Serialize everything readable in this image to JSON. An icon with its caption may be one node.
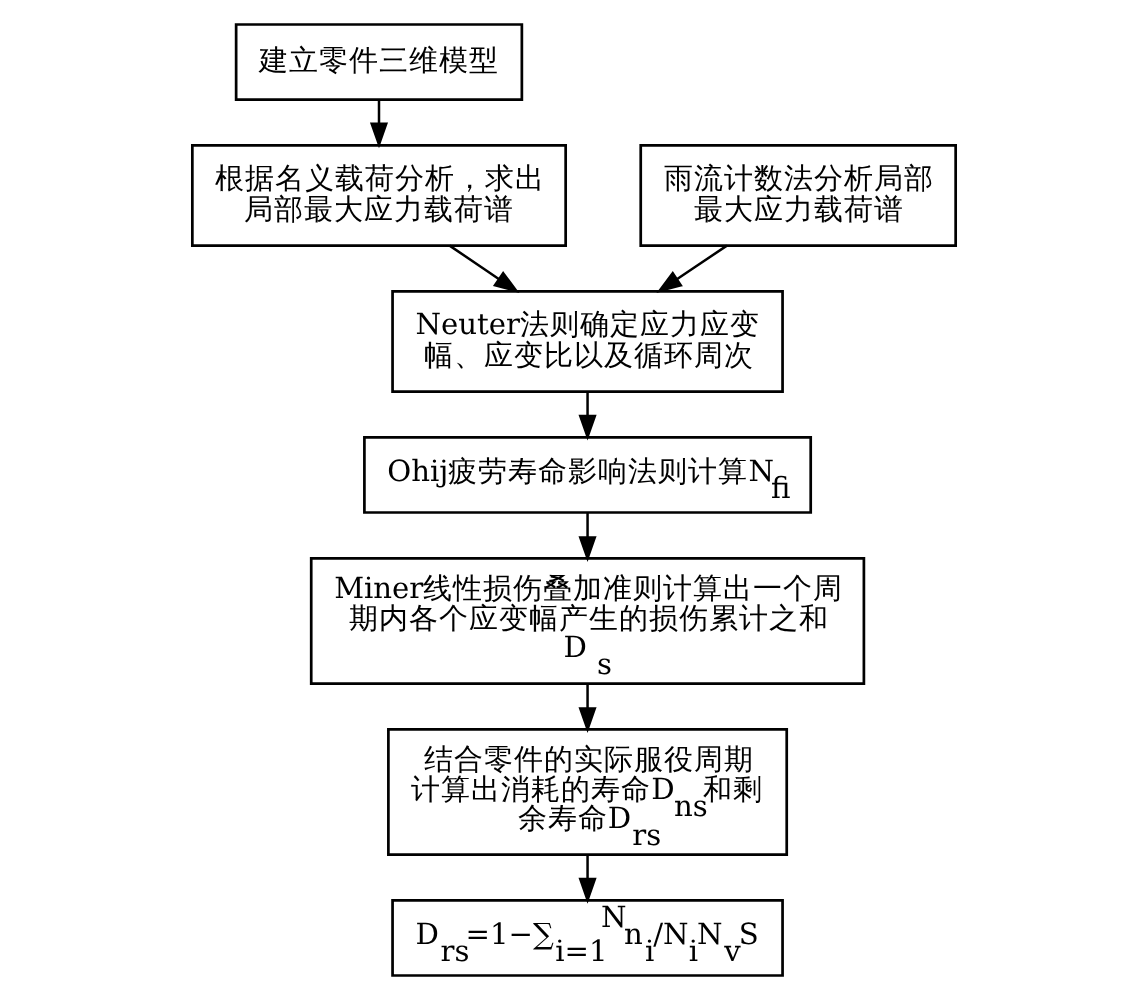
{
  "diagram": {
    "nodes": [
      {
        "text": [
          "建立零件三维模型"
        ]
      },
      {
        "text": [
          "根据名义载荷分析，求出局部最大应力载荷谱"
        ]
      },
      {
        "text": [
          "雨流计数法分析局部最大应力载荷谱"
        ]
      },
      {
        "text": [
          "Neuter法则确定应力应变幅、应变比以及循环周次"
        ]
      },
      {
        "text": [
          "Ohij疲劳寿命影响法则计算N$_{fi}$"
        ]
      },
      {
        "text": [
          "Miner线性损伤叠加准则计算出一个周期内各个应变幅产生的损伤累计之和 D$_{s}$"
        ]
      },
      {
        "text": [
          "结合零件的实际服役周期计算出消耗的寿命D$_{ns}$和剩余寿命D$_{rs}$"
        ]
      },
      {
        "text": [
          "D$_{rs}$=1−∑$_{i=1}$$^{N}$n$_{i}$/N$_{i}$N$_{v}$S"
        ]
      }
    ],
    "edges": [
      {
        "from": 0,
        "to": 1,
        "arrow": "to"
      },
      {
        "from": 1,
        "to": 3,
        "arrow": "to"
      },
      {
        "from": 2,
        "to": 3,
        "arrow": "to"
      },
      {
        "from": 3,
        "to": 4,
        "arrow": "to"
      },
      {
        "from": 4,
        "to": 5,
        "arrow": "to"
      },
      {
        "from": 5,
        "to": 6,
        "arrow": "to"
      },
      {
        "from": 6,
        "to": 7,
        "arrow": "to"
      }
    ]
  }
}
